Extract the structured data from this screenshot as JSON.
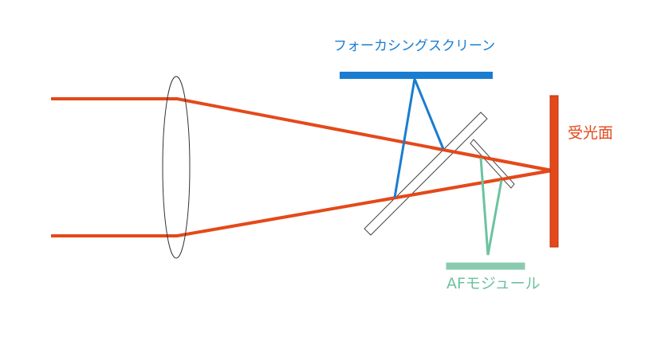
{
  "labels": {
    "focusing_screen": "フォーカシングスクリーン",
    "sensor": "受光面",
    "af_module": "AFモジュール"
  },
  "colors": {
    "light_ray": "#E4491A",
    "sensor_plane": "#E4491A",
    "focusing_screen": "#1A7DD0",
    "af_module": "#8ACBB0",
    "af_ray": "#6DC29F",
    "lens_outline": "#333333",
    "mirror_outline": "#444444"
  }
}
